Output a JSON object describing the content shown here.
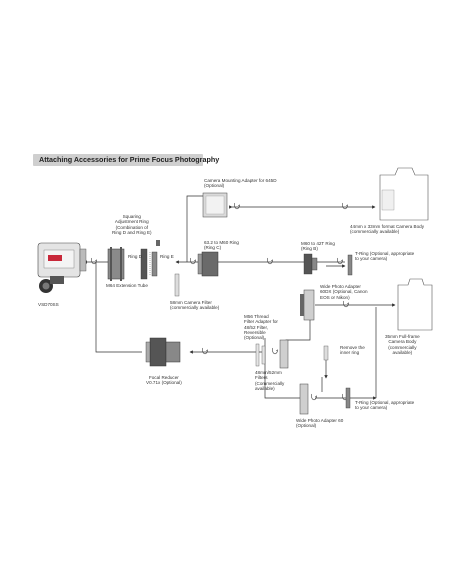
{
  "title": "Attaching Accessories for Prime Focus Photography",
  "labels": {
    "camera_adapter_645d": "Camera Mounting Adapter for 645D\n(Optional)",
    "camera_body_44x33": "44mm x 33mm format Camera Body\n(commercially available)",
    "squaring_ring": "Squaring\nAdjustment Ring\n(Combination of\nRing D and Ring E)",
    "ring_d": "Ring D",
    "ring_e": "Ring E",
    "m63_m60_ring": "63.2 to M60 Ring\n(Ring C)",
    "m60_m42_ring": "M60 to 42T Ring\n(Ring B)",
    "t_ring_1": "T-Ring (Optional, appropriate\nto your camera)",
    "m64_tube": "M64 Extension Tube",
    "filter_58mm": "58mm Camera Filter\n(commercially available)",
    "vsd100s": "VSD70SS",
    "wide_photo_adapter_60dx": "Wide Photo Adapter\n60DX (Optional, Canon\nEOS or Nikon)",
    "camera_body_35mm": "35mm Full-frame\nCamera Body\n(commercially\navailable)",
    "m56_filter_adapter": "M56 Thread\nFilter Adapter for\n48/52 Filter,\nReversible\n(Optional)",
    "filters_48_52": "48mm/52mm\nFilters\n(Commercially\navailable)",
    "remove_inner_ring": "Remove the\ninner ring",
    "focal_reducer": "Focal Reducer\nV0.71x (Optional)",
    "t_ring_2": "T-Ring (Optional, appropriate\nto your camera)",
    "wide_photo_adapter_60": "Wide Photo Adapter 60\n(Optional)"
  },
  "colors": {
    "line": "#333333",
    "part_dark": "#444444",
    "part_mid": "#8a8a8a",
    "part_light": "#cfcfcf",
    "title_bg": "#cfcfcf"
  }
}
